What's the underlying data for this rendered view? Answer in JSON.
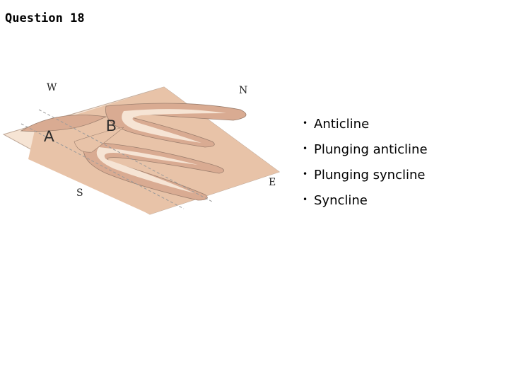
{
  "question": {
    "title": "Question 18"
  },
  "figure": {
    "compass": {
      "west": "W",
      "north": "N",
      "east": "E",
      "south": "S"
    },
    "labels": {
      "a": "A",
      "b": "B"
    },
    "colors": {
      "dark_band": "#d9ab92",
      "mid_band": "#e8c3a8",
      "light_band": "#f6e4d4",
      "outline": "#9c7f6e"
    }
  },
  "options": [
    {
      "bullet": "•",
      "text": "Anticline"
    },
    {
      "bullet": "•",
      "text": "Plunging anticline"
    },
    {
      "bullet": "•",
      "text": "Plunging syncline"
    },
    {
      "bullet": "•",
      "text": "Syncline"
    }
  ]
}
